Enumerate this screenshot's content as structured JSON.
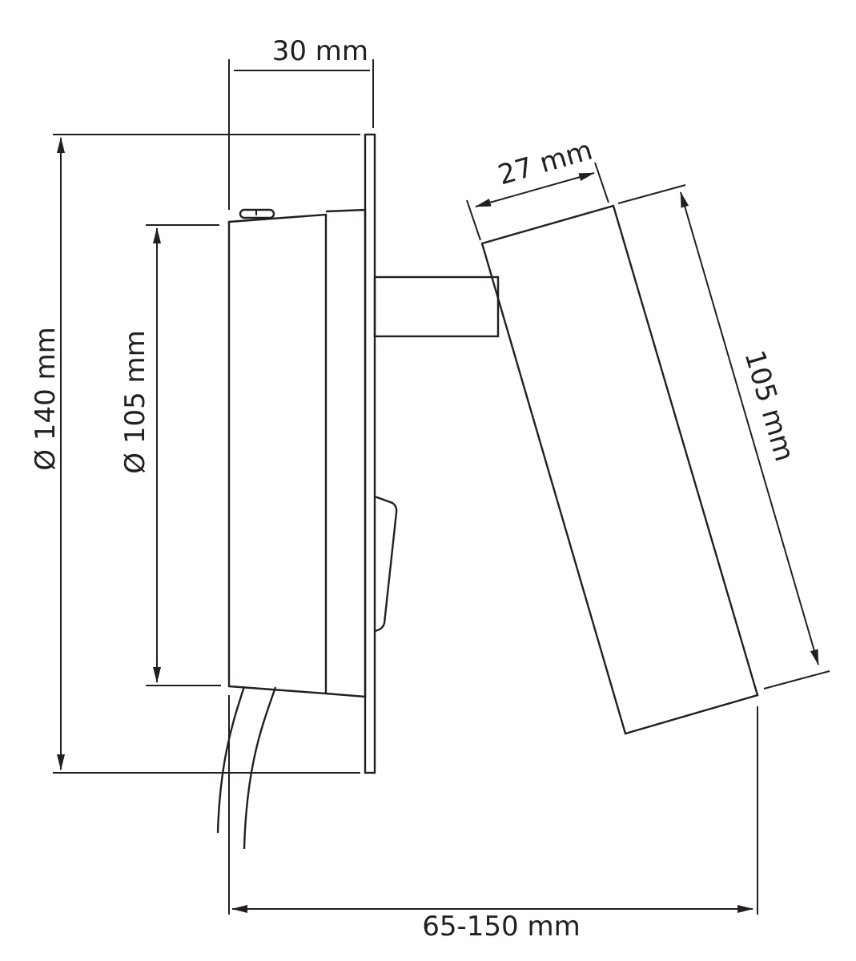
{
  "diagram": {
    "type": "technical-drawing",
    "subject": "wall-mounted spotlight side view with dimensions",
    "line_color": "#231f20",
    "background": "#ffffff"
  },
  "dimensions": {
    "mount_depth": "30 mm",
    "outer_diameter": "Ø 140 mm",
    "inner_diameter": "Ø 105 mm",
    "head_diameter": "27 mm",
    "head_length": "105 mm",
    "projection": "65-150 mm"
  }
}
